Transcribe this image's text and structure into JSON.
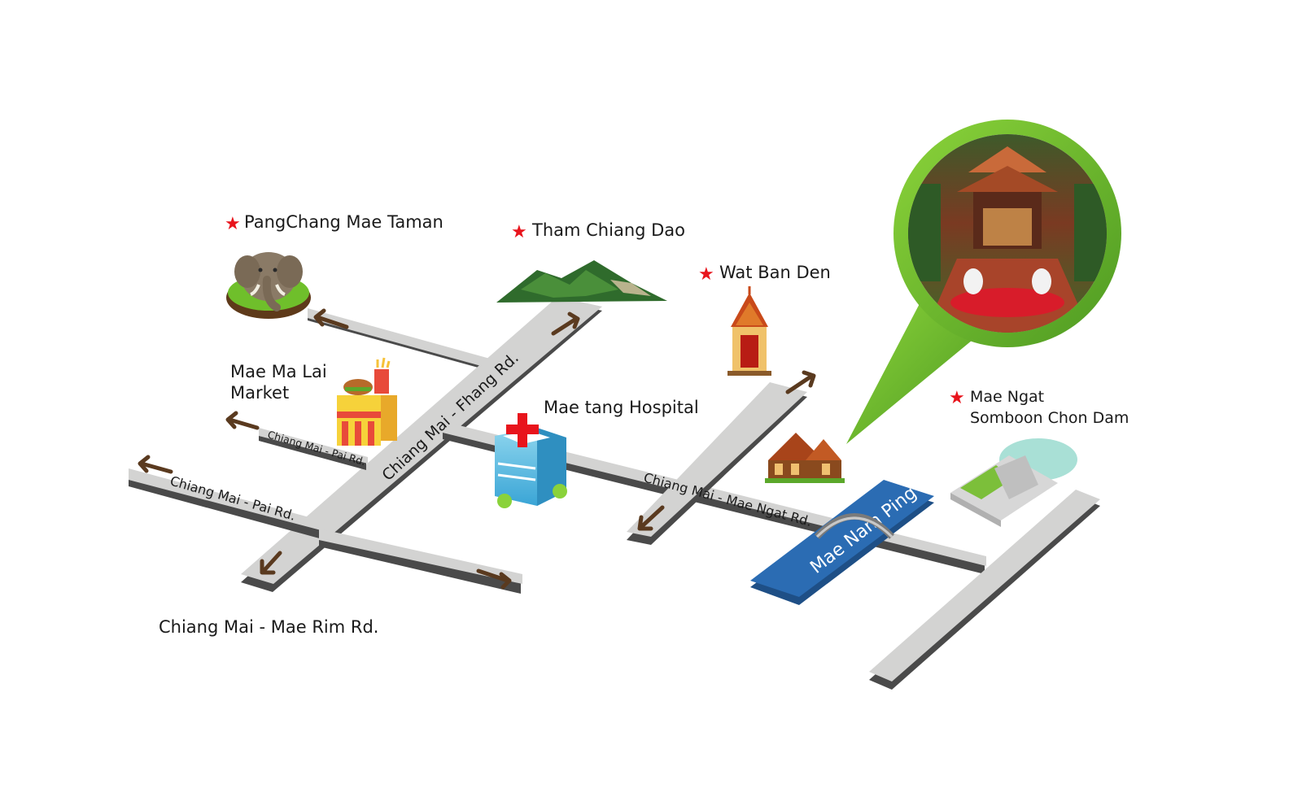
{
  "map": {
    "pois": [
      {
        "id": "pangchang",
        "star": true,
        "lines": [
          "PangChang Mae Taman"
        ]
      },
      {
        "id": "tham-chiang-dao",
        "star": true,
        "lines": [
          "Tham Chiang Dao"
        ]
      },
      {
        "id": "wat-ban-den",
        "star": true,
        "lines": [
          "Wat Ban Den"
        ]
      },
      {
        "id": "mae-ma-lai",
        "star": false,
        "lines": [
          "Mae Ma Lai",
          "Market"
        ]
      },
      {
        "id": "hospital",
        "star": false,
        "lines": [
          "Mae tang Hospital"
        ]
      },
      {
        "id": "mae-ngat",
        "star": true,
        "lines": [
          "Mae Ngat",
          "Somboon Chon Dam"
        ]
      }
    ],
    "roads": {
      "fhang": "Chiang Mai - Fhang Rd.",
      "pai_upper": "Chiang Mai - Pai Rd.",
      "pai_lower": "Chiang Mai - Pai Rd.",
      "mae_ngat": "Chiang Mai - Mae Ngat Rd.",
      "mae_rim": "Chiang Mai - Mae Rim Rd."
    },
    "river": "Mae Nam Ping",
    "colors": {
      "road_top": "#d3d3d2",
      "road_side": "#4a4a4a",
      "arrow": "#5a3a1f",
      "star": "#e8141c",
      "river": "#2b6cb3",
      "pin": "#6ab42d"
    }
  }
}
